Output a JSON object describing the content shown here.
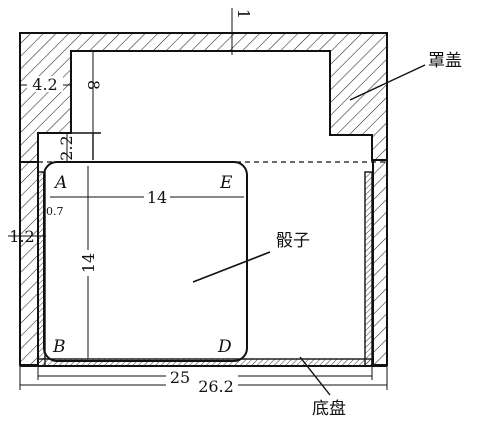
{
  "labels": {
    "cover": "罩盖",
    "dice": "骰子",
    "base": "底盘"
  },
  "points": {
    "a": "A",
    "e": "E",
    "b": "B",
    "d": "D"
  },
  "dimensions": {
    "top_gap": "1",
    "inner_height": "8",
    "side_thickness": "4.2",
    "gap_above_dice": "2.2",
    "dice_width": "14",
    "dice_height": "14",
    "dice_offset": "0.7",
    "wall_thickness": "1.2",
    "inner_width": "25",
    "outer_width": "26.2"
  }
}
